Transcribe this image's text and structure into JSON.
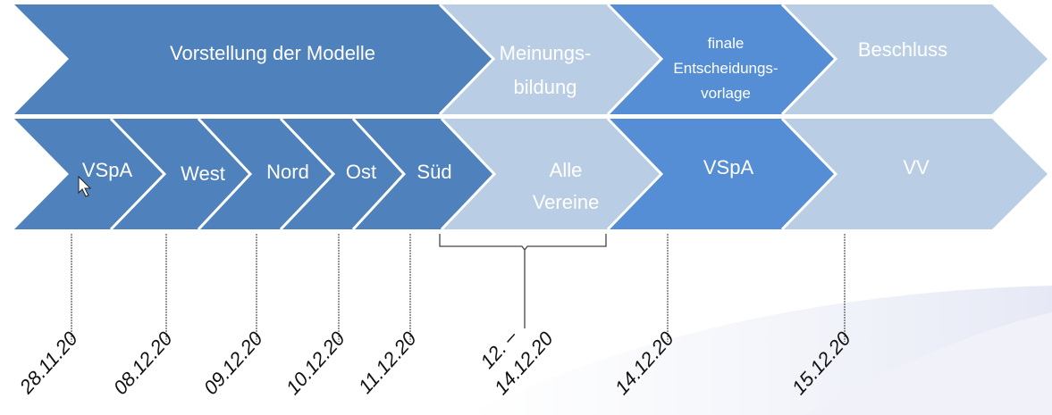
{
  "colors": {
    "dark": "#4f81bd",
    "light": "#b9cde5",
    "medium": "#558ed5"
  },
  "phases": [
    {
      "label": "Vorstellung der Modelle"
    },
    {
      "label_line1": "Meinungs-",
      "label_line2": "bildung"
    },
    {
      "label_line1": "finale",
      "label_line2": "Entscheidungs-",
      "label_line3": "vorlage"
    },
    {
      "label": "Beschluss"
    }
  ],
  "steps": [
    {
      "label": "VSpA"
    },
    {
      "label": "West"
    },
    {
      "label": "Nord"
    },
    {
      "label": "Ost"
    },
    {
      "label": "Süd"
    },
    {
      "label_line1": "Alle",
      "label_line2": "Vereine"
    },
    {
      "label": "VSpA"
    },
    {
      "label": "VV"
    }
  ],
  "dates": [
    {
      "text": "28.11.20"
    },
    {
      "text": "08.12.20"
    },
    {
      "text": "09.12.20"
    },
    {
      "text": "10.12.20"
    },
    {
      "text": "11.12.20"
    },
    {
      "line1": "12. –",
      "line2": "14.12.20"
    },
    {
      "text": "14.12.20"
    },
    {
      "text": "15.12.20"
    }
  ]
}
